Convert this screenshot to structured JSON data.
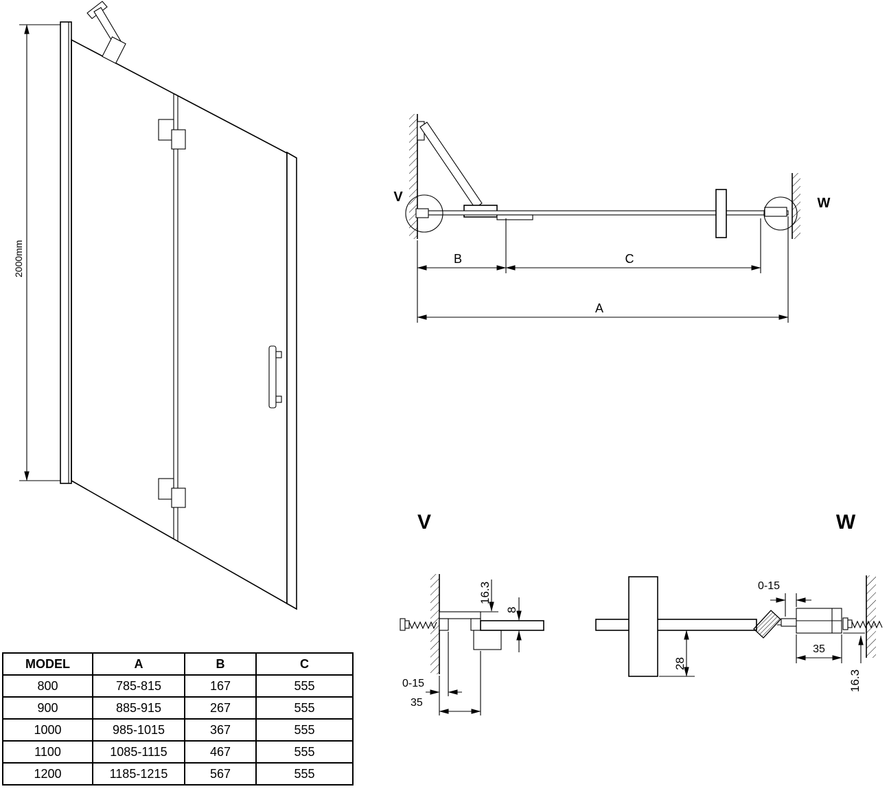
{
  "colors": {
    "glass": "#b8e9f3",
    "line": "#000000"
  },
  "front_view": {
    "height_dim": "2000mm"
  },
  "plan_view": {
    "label_v": "V",
    "label_w": "W",
    "dim_b": "B",
    "dim_c": "C",
    "dim_a": "A"
  },
  "detail_v": {
    "title": "V",
    "dim_163": "16.3",
    "dim_8": "8",
    "dim_015": "0-15",
    "dim_35": "35"
  },
  "detail_w": {
    "title": "W",
    "dim_015": "0-15",
    "dim_35": "35",
    "dim_28": "28",
    "dim_163": "16.3"
  },
  "table": {
    "headers": [
      "MODEL",
      "A",
      "B",
      "C"
    ],
    "rows": [
      [
        "800",
        "785-815",
        "167",
        "555"
      ],
      [
        "900",
        "885-915",
        "267",
        "555"
      ],
      [
        "1000",
        "985-1015",
        "367",
        "555"
      ],
      [
        "1100",
        "1085-1115",
        "467",
        "555"
      ],
      [
        "1200",
        "1185-1215",
        "567",
        "555"
      ]
    ]
  }
}
